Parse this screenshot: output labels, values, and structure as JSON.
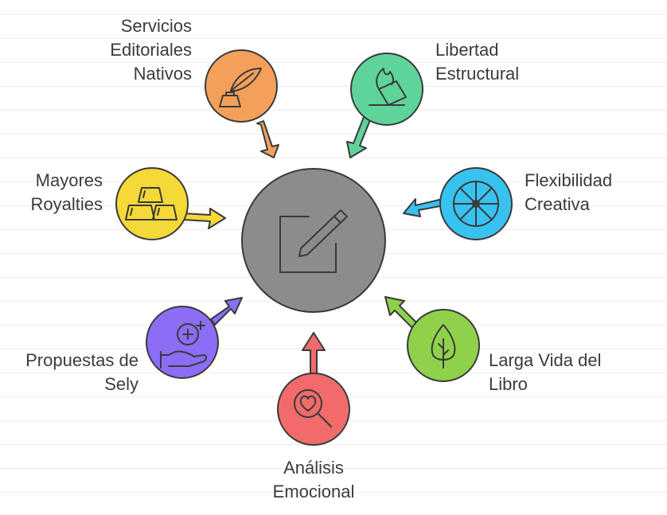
{
  "diagram": {
    "center": {
      "icon": "edit-icon",
      "color": "#8c8c8c"
    },
    "nodes": [
      {
        "id": "servicios",
        "lines": [
          "Servicios",
          "Editoriales",
          "Nativos"
        ],
        "icon": "quill-ink-icon",
        "color": "#f5a05a"
      },
      {
        "id": "libertad",
        "lines": [
          "Libertad",
          "Estructural"
        ],
        "icon": "flame-box-icon",
        "color": "#5fd49a"
      },
      {
        "id": "flexibilidad",
        "lines": [
          "Flexibilidad",
          "Creativa"
        ],
        "icon": "wheel-icon",
        "color": "#38c2f0"
      },
      {
        "id": "larga-vida",
        "lines": [
          "Larga Vida del",
          "Libro"
        ],
        "icon": "tree-icon",
        "color": "#8fd14a"
      },
      {
        "id": "analisis",
        "lines": [
          "Análisis",
          "Emocional"
        ],
        "icon": "heart-search-icon",
        "color": "#f26b6b"
      },
      {
        "id": "propuestas",
        "lines": [
          "Propuestas de",
          "Sely"
        ],
        "icon": "hand-coins-icon",
        "color": "#8b6ef5"
      },
      {
        "id": "royalties",
        "lines": [
          "Mayores",
          "Royalties"
        ],
        "icon": "gold-bars-icon",
        "color": "#f5d936"
      }
    ]
  }
}
